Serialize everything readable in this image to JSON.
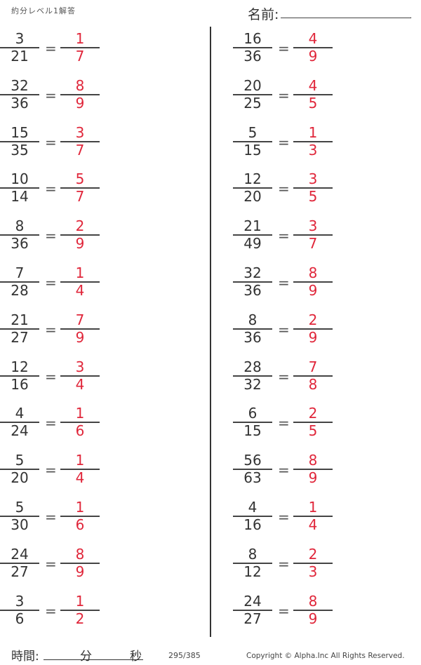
{
  "header": {
    "title": "約分レベル1解答",
    "name_label": "名前:"
  },
  "left_problems": [
    {
      "q_num": "3",
      "q_den": "21",
      "a_num": "1",
      "a_den": "7"
    },
    {
      "q_num": "32",
      "q_den": "36",
      "a_num": "8",
      "a_den": "9"
    },
    {
      "q_num": "15",
      "q_den": "35",
      "a_num": "3",
      "a_den": "7"
    },
    {
      "q_num": "10",
      "q_den": "14",
      "a_num": "5",
      "a_den": "7"
    },
    {
      "q_num": "8",
      "q_den": "36",
      "a_num": "2",
      "a_den": "9"
    },
    {
      "q_num": "7",
      "q_den": "28",
      "a_num": "1",
      "a_den": "4"
    },
    {
      "q_num": "21",
      "q_den": "27",
      "a_num": "7",
      "a_den": "9"
    },
    {
      "q_num": "12",
      "q_den": "16",
      "a_num": "3",
      "a_den": "4"
    },
    {
      "q_num": "4",
      "q_den": "24",
      "a_num": "1",
      "a_den": "6"
    },
    {
      "q_num": "5",
      "q_den": "20",
      "a_num": "1",
      "a_den": "4"
    },
    {
      "q_num": "5",
      "q_den": "30",
      "a_num": "1",
      "a_den": "6"
    },
    {
      "q_num": "24",
      "q_den": "27",
      "a_num": "8",
      "a_den": "9"
    },
    {
      "q_num": "3",
      "q_den": "6",
      "a_num": "1",
      "a_den": "2"
    }
  ],
  "right_problems": [
    {
      "q_num": "16",
      "q_den": "36",
      "a_num": "4",
      "a_den": "9"
    },
    {
      "q_num": "20",
      "q_den": "25",
      "a_num": "4",
      "a_den": "5"
    },
    {
      "q_num": "5",
      "q_den": "15",
      "a_num": "1",
      "a_den": "3"
    },
    {
      "q_num": "12",
      "q_den": "20",
      "a_num": "3",
      "a_den": "5"
    },
    {
      "q_num": "21",
      "q_den": "49",
      "a_num": "3",
      "a_den": "7"
    },
    {
      "q_num": "32",
      "q_den": "36",
      "a_num": "8",
      "a_den": "9"
    },
    {
      "q_num": "8",
      "q_den": "36",
      "a_num": "2",
      "a_den": "9"
    },
    {
      "q_num": "28",
      "q_den": "32",
      "a_num": "7",
      "a_den": "8"
    },
    {
      "q_num": "6",
      "q_den": "15",
      "a_num": "2",
      "a_den": "5"
    },
    {
      "q_num": "56",
      "q_den": "63",
      "a_num": "8",
      "a_den": "9"
    },
    {
      "q_num": "4",
      "q_den": "16",
      "a_num": "1",
      "a_den": "4"
    },
    {
      "q_num": "8",
      "q_den": "12",
      "a_num": "2",
      "a_den": "3"
    },
    {
      "q_num": "24",
      "q_den": "27",
      "a_num": "8",
      "a_den": "9"
    }
  ],
  "equals_sign": "=",
  "footer": {
    "time_label": "時間:",
    "minutes_label": "分",
    "seconds_label": "秒",
    "page": "295/385",
    "copyright": "Copyright ©  Alpha.Inc All Rights Reserved."
  },
  "colors": {
    "answer": "#e0263a",
    "text": "#333333"
  }
}
